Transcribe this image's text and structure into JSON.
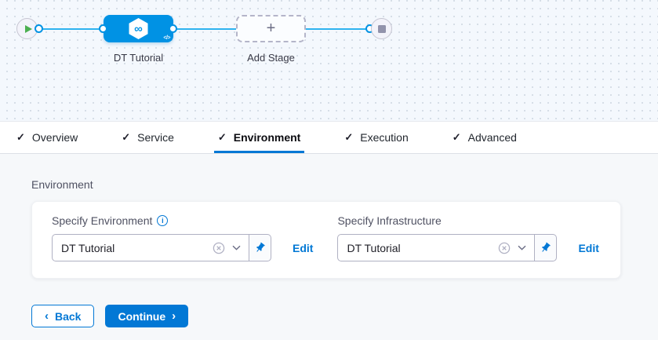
{
  "icons": {
    "check": "✓",
    "plus": "+",
    "infinity": "∞",
    "code": "</>",
    "info": "i",
    "back_chevron": "‹",
    "continue_chevron": "›"
  },
  "canvas": {
    "stage_label": "DT Tutorial",
    "add_stage_label": "Add Stage"
  },
  "tabs": [
    {
      "label": "Overview",
      "checked": true
    },
    {
      "label": "Service",
      "checked": true
    },
    {
      "label": "Environment",
      "checked": true,
      "active": true
    },
    {
      "label": "Execution",
      "checked": true
    },
    {
      "label": "Advanced",
      "checked": true
    }
  ],
  "environment_section": {
    "title": "Environment",
    "fields": [
      {
        "label": "Specify Environment",
        "value": "DT Tutorial",
        "edit_label": "Edit",
        "has_info_icon": true
      },
      {
        "label": "Specify Infrastructure",
        "value": "DT Tutorial",
        "edit_label": "Edit",
        "has_info_icon": false
      }
    ]
  },
  "footer": {
    "back_label": "Back",
    "continue_label": "Continue"
  },
  "colors": {
    "primary": "#0278d5",
    "node_blue": "#0092e4",
    "edge_blue": "#2fb3ef",
    "play_green": "#4caf50",
    "stop_gray": "#9293ab",
    "canvas_bg": "#f4f8fd",
    "content_bg": "#f6f8fa"
  }
}
